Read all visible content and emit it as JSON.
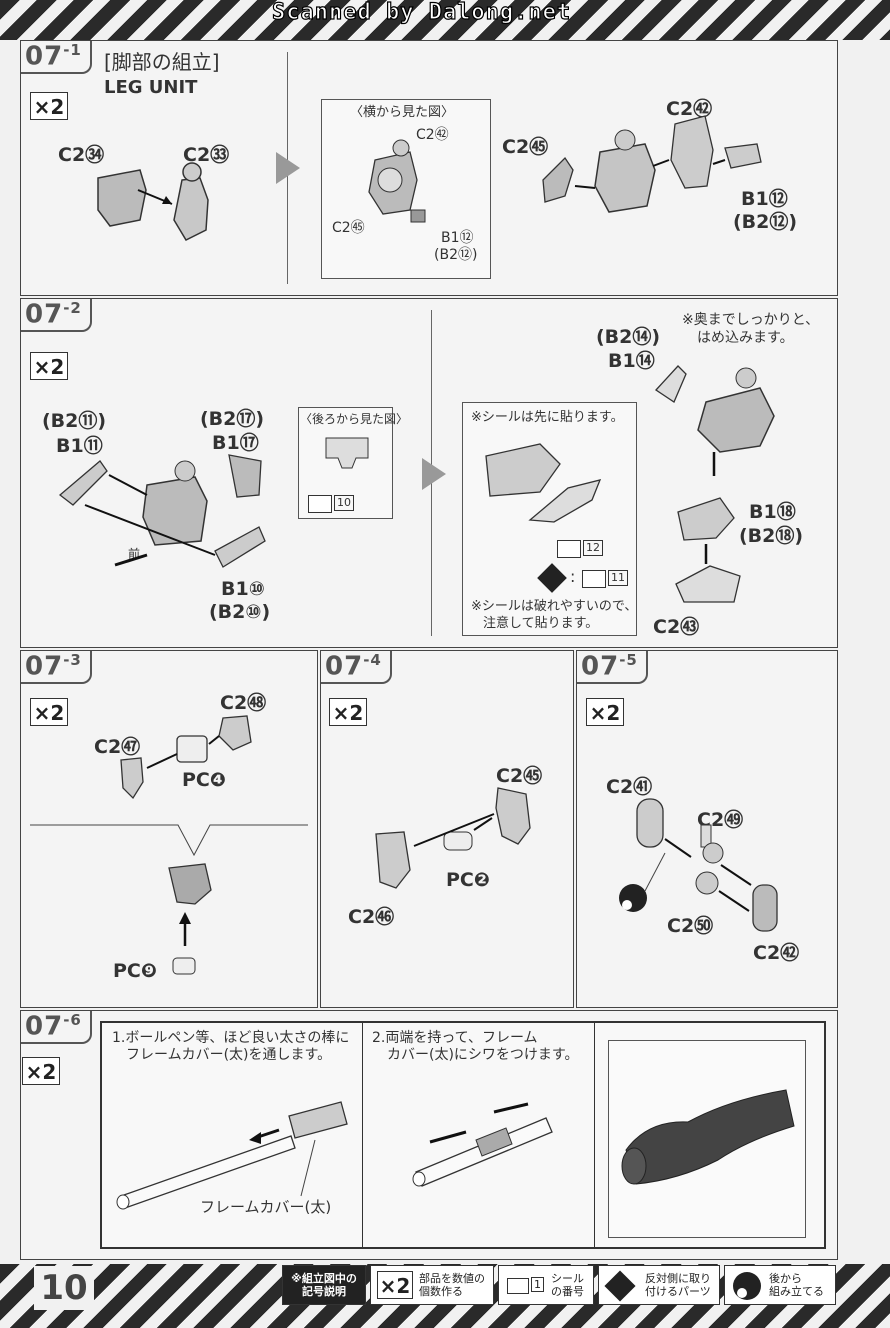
{
  "header": {
    "scan_credit": "Scanned by Dalong.net"
  },
  "page_number": "10",
  "steps": {
    "s071": {
      "number": "07",
      "sub": "-1",
      "title_jp": "[脚部の組立]",
      "title_en": "LEG UNIT",
      "multiplier": "×2",
      "labels": {
        "c2_54": "C2㉞",
        "c2_53": "C2㉝",
        "side_view": "〈横から見た図〉",
        "side_c2_42": "C2㊷",
        "side_c2_45": "C2㊺",
        "side_b1_12": "B1⑫",
        "side_b2_12": "(B2⑫)",
        "c2_45": "C2㊺",
        "c2_42": "C2㊷",
        "b1_12": "B1⑫",
        "b2_12": "(B2⑫)"
      }
    },
    "s072": {
      "number": "07",
      "sub": "-2",
      "multiplier": "×2",
      "labels": {
        "b2_11": "(B2⑪)",
        "b1_11": "B1⑪",
        "b2_17": "(B2⑰)",
        "b1_17": "B1⑰",
        "back_view": "〈後ろから見た図〉",
        "sticker_10": "10",
        "front": "前",
        "b1_10": "B1⑩",
        "b2_10": "(B2⑩)",
        "sticker_first": "※シールは先に貼ります。",
        "sticker_12": "12",
        "sticker_11": "11",
        "sticker_warning_1": "※シールは破れやすいので、",
        "sticker_warning_2": "注意して貼ります。",
        "b2_14": "(B2⑭)",
        "b1_14": "B1⑭",
        "insert_note_1": "※奥までしっかりと、",
        "insert_note_2": "はめ込みます。",
        "b1_18": "B1⑱",
        "b2_18": "(B2⑱)",
        "c2_43": "C2㊸"
      }
    },
    "s073": {
      "number": "07",
      "sub": "-3",
      "multiplier": "×2",
      "labels": {
        "c2_58": "C2㊽",
        "c2_57": "C2㊼",
        "pc4": "PC❹",
        "pc9": "PC❾"
      }
    },
    "s074": {
      "number": "07",
      "sub": "-4",
      "multiplier": "×2",
      "labels": {
        "c2_55": "C2㊺",
        "pc2": "PC❷",
        "c2_56": "C2㊻"
      }
    },
    "s075": {
      "number": "07",
      "sub": "-5",
      "multiplier": "×2",
      "labels": {
        "c2_51": "C2㊶",
        "c2_49": "C2㊾",
        "c2_50": "C2㊿",
        "c2_52": "C2㊷"
      }
    },
    "s076": {
      "number": "07",
      "sub": "-6",
      "multiplier": "×2",
      "step1_1": "1.ボールペン等、ほど良い太さの棒に",
      "step1_2": "フレームカバー(太)を通します。",
      "step2_1": "2.両端を持って、フレーム",
      "step2_2": "カバー(太)にシワをつけます。",
      "frame_cover": "フレームカバー(太)"
    }
  },
  "legend": {
    "heading_1": "※組立図中の",
    "heading_2": "記号説明",
    "x2_symbol": "×2",
    "x2_text_1": "部品を数値の",
    "x2_text_2": "個数作る",
    "sticker_symbol": "1",
    "sticker_text_1": "シール",
    "sticker_text_2": "の番号",
    "reverse_text_1": "反対側に取り",
    "reverse_text_2": "付けるパーツ",
    "later_text_1": "後から",
    "later_text_2": "組み立てる"
  }
}
